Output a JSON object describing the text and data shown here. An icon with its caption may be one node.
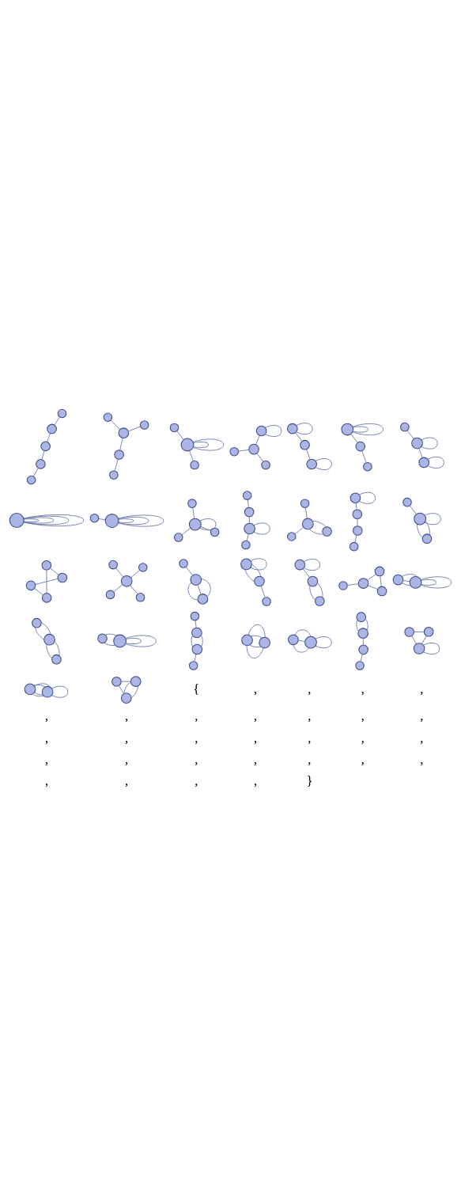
{
  "diagram": {
    "nodes": [
      {
        "text": [],
        "shape": "circle"
      },
      {
        "text": [],
        "shape": "circle"
      },
      {
        "text": [],
        "shape": "circle"
      },
      {
        "text": [],
        "shape": "circle"
      },
      {
        "text": [],
        "shape": "circle"
      },
      {
        "text": [],
        "shape": "circle"
      },
      {
        "text": [],
        "shape": "circle"
      },
      {
        "text": [],
        "shape": "circle"
      },
      {
        "text": [],
        "shape": "circle"
      },
      {
        "text": [],
        "shape": "circle"
      },
      {
        "text": [],
        "shape": "circle"
      },
      {
        "text": [],
        "shape": "circle"
      },
      {
        "text": [],
        "shape": "circle"
      },
      {
        "text": [],
        "shape": "circle"
      },
      {
        "text": [],
        "shape": "circle"
      },
      {
        "text": [],
        "shape": "circle"
      },
      {
        "text": [],
        "shape": "circle"
      },
      {
        "text": [],
        "shape": "circle"
      },
      {
        "text": [],
        "shape": "circle"
      },
      {
        "text": [],
        "shape": "circle"
      },
      {
        "text": [],
        "shape": "circle"
      },
      {
        "text": [],
        "shape": "circle"
      },
      {
        "text": [],
        "shape": "circle"
      },
      {
        "text": [],
        "shape": "circle"
      },
      {
        "text": [],
        "shape": "circle"
      },
      {
        "text": [],
        "shape": "circle"
      },
      {
        "text": [],
        "shape": "circle"
      },
      {
        "text": [],
        "shape": "circle"
      },
      {
        "text": [],
        "shape": "circle"
      },
      {
        "text": [],
        "shape": "circle"
      },
      {
        "text": [],
        "shape": "circle"
      },
      {
        "text": [],
        "shape": "circle"
      },
      {
        "text": [],
        "shape": "circle"
      },
      {
        "text": [],
        "shape": "circle"
      },
      {
        "text": [],
        "shape": "circle"
      },
      {
        "text": [],
        "shape": "circle"
      },
      {
        "text": [],
        "shape": "circle"
      },
      {
        "text": [],
        "shape": "circle"
      },
      {
        "text": [],
        "shape": "circle"
      },
      {
        "text": [],
        "shape": "circle"
      },
      {
        "text": [],
        "shape": "circle"
      },
      {
        "text": [],
        "shape": "circle"
      },
      {
        "text": [],
        "shape": "circle"
      },
      {
        "text": [],
        "shape": "circle"
      },
      {
        "text": [],
        "shape": "circle"
      },
      {
        "text": [],
        "shape": "circle"
      },
      {
        "text": [],
        "shape": "circle"
      },
      {
        "text": [],
        "shape": "circle"
      },
      {
        "text": [],
        "shape": "circle"
      },
      {
        "text": [],
        "shape": "circle"
      },
      {
        "text": [],
        "shape": "circle"
      },
      {
        "text": [],
        "shape": "circle"
      },
      {
        "text": [],
        "shape": "circle"
      },
      {
        "text": [],
        "shape": "circle"
      },
      {
        "text": [],
        "shape": "circle"
      },
      {
        "text": [],
        "shape": "circle"
      },
      {
        "text": [],
        "shape": "circle"
      },
      {
        "text": [],
        "shape": "circle"
      },
      {
        "text": [],
        "shape": "circle"
      },
      {
        "text": [],
        "shape": "circle"
      },
      {
        "text": [],
        "shape": "circle"
      },
      {
        "text": [],
        "shape": "circle"
      },
      {
        "text": [],
        "shape": "circle"
      },
      {
        "text": [],
        "shape": "circle"
      },
      {
        "text": [],
        "shape": "circle"
      },
      {
        "text": [],
        "shape": "circle"
      },
      {
        "text": [],
        "shape": "circle"
      },
      {
        "text": [],
        "shape": "circle"
      },
      {
        "text": [],
        "shape": "circle"
      },
      {
        "text": [],
        "shape": "circle"
      },
      {
        "text": [],
        "shape": "circle"
      },
      {
        "text": [],
        "shape": "circle"
      },
      {
        "text": [],
        "shape": "circle"
      },
      {
        "text": [],
        "shape": "circle"
      },
      {
        "text": [],
        "shape": "circle"
      },
      {
        "text": [],
        "shape": "circle"
      },
      {
        "text": [],
        "shape": "circle"
      },
      {
        "text": [],
        "shape": "circle"
      },
      {
        "text": [],
        "shape": "circle"
      },
      {
        "text": [],
        "shape": "circle"
      },
      {
        "text": [],
        "shape": "circle"
      },
      {
        "text": [],
        "shape": "circle"
      },
      {
        "text": [],
        "shape": "circle"
      },
      {
        "text": [],
        "shape": "circle"
      },
      {
        "text": [],
        "shape": "circle"
      },
      {
        "text": [],
        "shape": "circle"
      },
      {
        "text": [],
        "shape": "circle"
      },
      {
        "text": [],
        "shape": "circle"
      },
      {
        "text": [],
        "shape": "circle"
      },
      {
        "text": [],
        "shape": "circle"
      },
      {
        "text": [],
        "shape": "circle"
      },
      {
        "text": [],
        "shape": "circle"
      },
      {
        "text": [],
        "shape": "circle"
      },
      {
        "text": [],
        "shape": "circle"
      },
      {
        "text": [],
        "shape": "circle"
      },
      {
        "text": [],
        "shape": "circle"
      },
      {
        "text": [],
        "shape": "circle"
      }
    ],
    "edges": [
      {
        "from": 0,
        "to": 0,
        "arrow": "none"
      },
      {
        "from": 0,
        "to": 0,
        "arrow": "none"
      },
      {
        "from": 0,
        "to": 0,
        "arrow": "none"
      },
      {
        "from": 0,
        "to": 0,
        "arrow": "none"
      },
      {
        "from": 1,
        "to": 2,
        "arrow": "none"
      },
      {
        "from": 2,
        "to": 2,
        "arrow": "none"
      },
      {
        "from": 2,
        "to": 2,
        "arrow": "none"
      },
      {
        "from": 2,
        "to": 2,
        "arrow": "none"
      },
      {
        "from": 3,
        "to": 4,
        "arrow": "none"
      },
      {
        "from": 3,
        "to": 4,
        "arrow": "none"
      },
      {
        "from": 4,
        "to": 4,
        "arrow": "none"
      },
      {
        "from": 4,
        "to": 4,
        "arrow": "none"
      },
      {
        "from": 5,
        "to": 6,
        "arrow": "none"
      },
      {
        "from": 6,
        "to": 7,
        "arrow": "none"
      },
      {
        "from": 6,
        "to": 6,
        "arrow": "none"
      },
      {
        "from": 6,
        "to": 6,
        "arrow": "none"
      },
      {
        "from": 8,
        "to": 8,
        "arrow": "none"
      },
      {
        "from": 8,
        "to": 9,
        "arrow": "none"
      },
      {
        "from": 9,
        "to": 9,
        "arrow": "none"
      },
      {
        "from": 9,
        "to": 9,
        "arrow": "none"
      },
      {
        "from": 10,
        "to": 10,
        "arrow": "none"
      },
      {
        "from": 10,
        "to": 10,
        "arrow": "none"
      },
      {
        "from": 10,
        "to": 11,
        "arrow": "none"
      },
      {
        "from": 11,
        "to": 12,
        "arrow": "none"
      },
      {
        "from": 13,
        "to": 14,
        "arrow": "none"
      },
      {
        "from": 13,
        "to": 14,
        "arrow": "none"
      },
      {
        "from": 13,
        "to": 14,
        "arrow": "none"
      },
      {
        "from": 14,
        "to": 14,
        "arrow": "none"
      },
      {
        "from": 15,
        "to": 16,
        "arrow": "none"
      },
      {
        "from": 16,
        "to": 16,
        "arrow": "none"
      },
      {
        "from": 16,
        "to": 17,
        "arrow": "none"
      },
      {
        "from": 16,
        "to": 17,
        "arrow": "none"
      },
      {
        "from": 18,
        "to": 18,
        "arrow": "none"
      },
      {
        "from": 18,
        "to": 19,
        "arrow": "none"
      },
      {
        "from": 18,
        "to": 19,
        "arrow": "none"
      },
      {
        "from": 19,
        "to": 19,
        "arrow": "none"
      },
      {
        "from": 20,
        "to": 20,
        "arrow": "none"
      },
      {
        "from": 20,
        "to": 21,
        "arrow": "none"
      },
      {
        "from": 20,
        "to": 21,
        "arrow": "none"
      },
      {
        "from": 21,
        "to": 22,
        "arrow": "none"
      },
      {
        "from": 23,
        "to": 25,
        "arrow": "none"
      },
      {
        "from": 24,
        "to": 25,
        "arrow": "none"
      },
      {
        "from": 25,
        "to": 25,
        "arrow": "none"
      },
      {
        "from": 25,
        "to": 26,
        "arrow": "none"
      },
      {
        "from": 27,
        "to": 28,
        "arrow": "none"
      },
      {
        "from": 28,
        "to": 28,
        "arrow": "none"
      },
      {
        "from": 28,
        "to": 29,
        "arrow": "none"
      },
      {
        "from": 29,
        "to": 29,
        "arrow": "none"
      },
      {
        "from": 30,
        "to": 31,
        "arrow": "none"
      },
      {
        "from": 30,
        "to": 32,
        "arrow": "none"
      },
      {
        "from": 31,
        "to": 32,
        "arrow": "none"
      },
      {
        "from": 32,
        "to": 32,
        "arrow": "none"
      },
      {
        "from": 33,
        "to": 34,
        "arrow": "none"
      },
      {
        "from": 34,
        "to": 34,
        "arrow": "none"
      },
      {
        "from": 34,
        "to": 35,
        "arrow": "none"
      },
      {
        "from": 35,
        "to": 36,
        "arrow": "none"
      },
      {
        "from": 37,
        "to": 37,
        "arrow": "none"
      },
      {
        "from": 37,
        "to": 38,
        "arrow": "none"
      },
      {
        "from": 38,
        "to": 39,
        "arrow": "none"
      },
      {
        "from": 38,
        "to": 39,
        "arrow": "none"
      },
      {
        "from": 40,
        "to": 41,
        "arrow": "none"
      },
      {
        "from": 41,
        "to": 42,
        "arrow": "none"
      },
      {
        "from": 41,
        "to": 43,
        "arrow": "none"
      },
      {
        "from": 43,
        "to": 43,
        "arrow": "none"
      },
      {
        "from": 44,
        "to": 44,
        "arrow": "none"
      },
      {
        "from": 44,
        "to": 45,
        "arrow": "none"
      },
      {
        "from": 45,
        "to": 46,
        "arrow": "none"
      },
      {
        "from": 46,
        "to": 46,
        "arrow": "none"
      },
      {
        "from": 47,
        "to": 48,
        "arrow": "none"
      },
      {
        "from": 48,
        "to": 49,
        "arrow": "none"
      },
      {
        "from": 49,
        "to": 50,
        "arrow": "none"
      },
      {
        "from": 50,
        "to": 50,
        "arrow": "none"
      },
      {
        "from": 51,
        "to": 52,
        "arrow": "none"
      },
      {
        "from": 51,
        "to": 52,
        "arrow": "none"
      },
      {
        "from": 51,
        "to": 52,
        "arrow": "none"
      },
      {
        "from": 51,
        "to": 52,
        "arrow": "none"
      },
      {
        "from": 53,
        "to": 54,
        "arrow": "none"
      },
      {
        "from": 54,
        "to": 55,
        "arrow": "none"
      },
      {
        "from": 54,
        "to": 55,
        "arrow": "none"
      },
      {
        "from": 54,
        "to": 55,
        "arrow": "none"
      },
      {
        "from": 56,
        "to": 57,
        "arrow": "none"
      },
      {
        "from": 56,
        "to": 57,
        "arrow": "none"
      },
      {
        "from": 57,
        "to": 58,
        "arrow": "none"
      },
      {
        "from": 57,
        "to": 58,
        "arrow": "none"
      },
      {
        "from": 59,
        "to": 61,
        "arrow": "none"
      },
      {
        "from": 61,
        "to": 60,
        "arrow": "none"
      },
      {
        "from": 61,
        "to": 60,
        "arrow": "none"
      },
      {
        "from": 61,
        "to": 62,
        "arrow": "none"
      },
      {
        "from": 63,
        "to": 64,
        "arrow": "none"
      },
      {
        "from": 63,
        "to": 65,
        "arrow": "none"
      },
      {
        "from": 64,
        "to": 65,
        "arrow": "none"
      },
      {
        "from": 64,
        "to": 65,
        "arrow": "none"
      },
      {
        "from": 66,
        "to": 67,
        "arrow": "none"
      },
      {
        "from": 67,
        "to": 68,
        "arrow": "none"
      },
      {
        "from": 67,
        "to": 68,
        "arrow": "none"
      },
      {
        "from": 68,
        "to": 69,
        "arrow": "none"
      },
      {
        "from": 70,
        "to": 71,
        "arrow": "none"
      },
      {
        "from": 71,
        "to": 72,
        "arrow": "none"
      },
      {
        "from": 72,
        "to": 73,
        "arrow": "none"
      },
      {
        "from": 72,
        "to": 73,
        "arrow": "none"
      },
      {
        "from": 74,
        "to": 76,
        "arrow": "none"
      },
      {
        "from": 75,
        "to": 76,
        "arrow": "none"
      },
      {
        "from": 76,
        "to": 77,
        "arrow": "none"
      },
      {
        "from": 76,
        "to": 78,
        "arrow": "none"
      },
      {
        "from": 79,
        "to": 80,
        "arrow": "none"
      },
      {
        "from": 80,
        "to": 81,
        "arrow": "none"
      },
      {
        "from": 80,
        "to": 82,
        "arrow": "none"
      },
      {
        "from": 81,
        "to": 82,
        "arrow": "none"
      },
      {
        "from": 83,
        "to": 84,
        "arrow": "none"
      },
      {
        "from": 84,
        "to": 85,
        "arrow": "none"
      },
      {
        "from": 85,
        "to": 86,
        "arrow": "none"
      },
      {
        "from": 85,
        "to": 87,
        "arrow": "none"
      },
      {
        "from": 88,
        "to": 89,
        "arrow": "none"
      },
      {
        "from": 88,
        "to": 90,
        "arrow": "none"
      },
      {
        "from": 89,
        "to": 91,
        "arrow": "none"
      },
      {
        "from": 90,
        "to": 91,
        "arrow": "none"
      },
      {
        "from": 92,
        "to": 93,
        "arrow": "none"
      },
      {
        "from": 93,
        "to": 94,
        "arrow": "none"
      },
      {
        "from": 94,
        "to": 95,
        "arrow": "none"
      },
      {
        "from": 95,
        "to": 96,
        "arrow": "none"
      }
    ],
    "labels": [
      "{",
      ",",
      ",",
      ",",
      ",",
      ",",
      ",",
      ",",
      ",",
      ",",
      ",",
      ",",
      ",",
      ",",
      ",",
      ",",
      ",",
      ",",
      ",",
      ",",
      ",",
      ",",
      ",",
      ",",
      ",",
      ",",
      ",",
      ",",
      ",",
      ",",
      "}"
    ]
  }
}
